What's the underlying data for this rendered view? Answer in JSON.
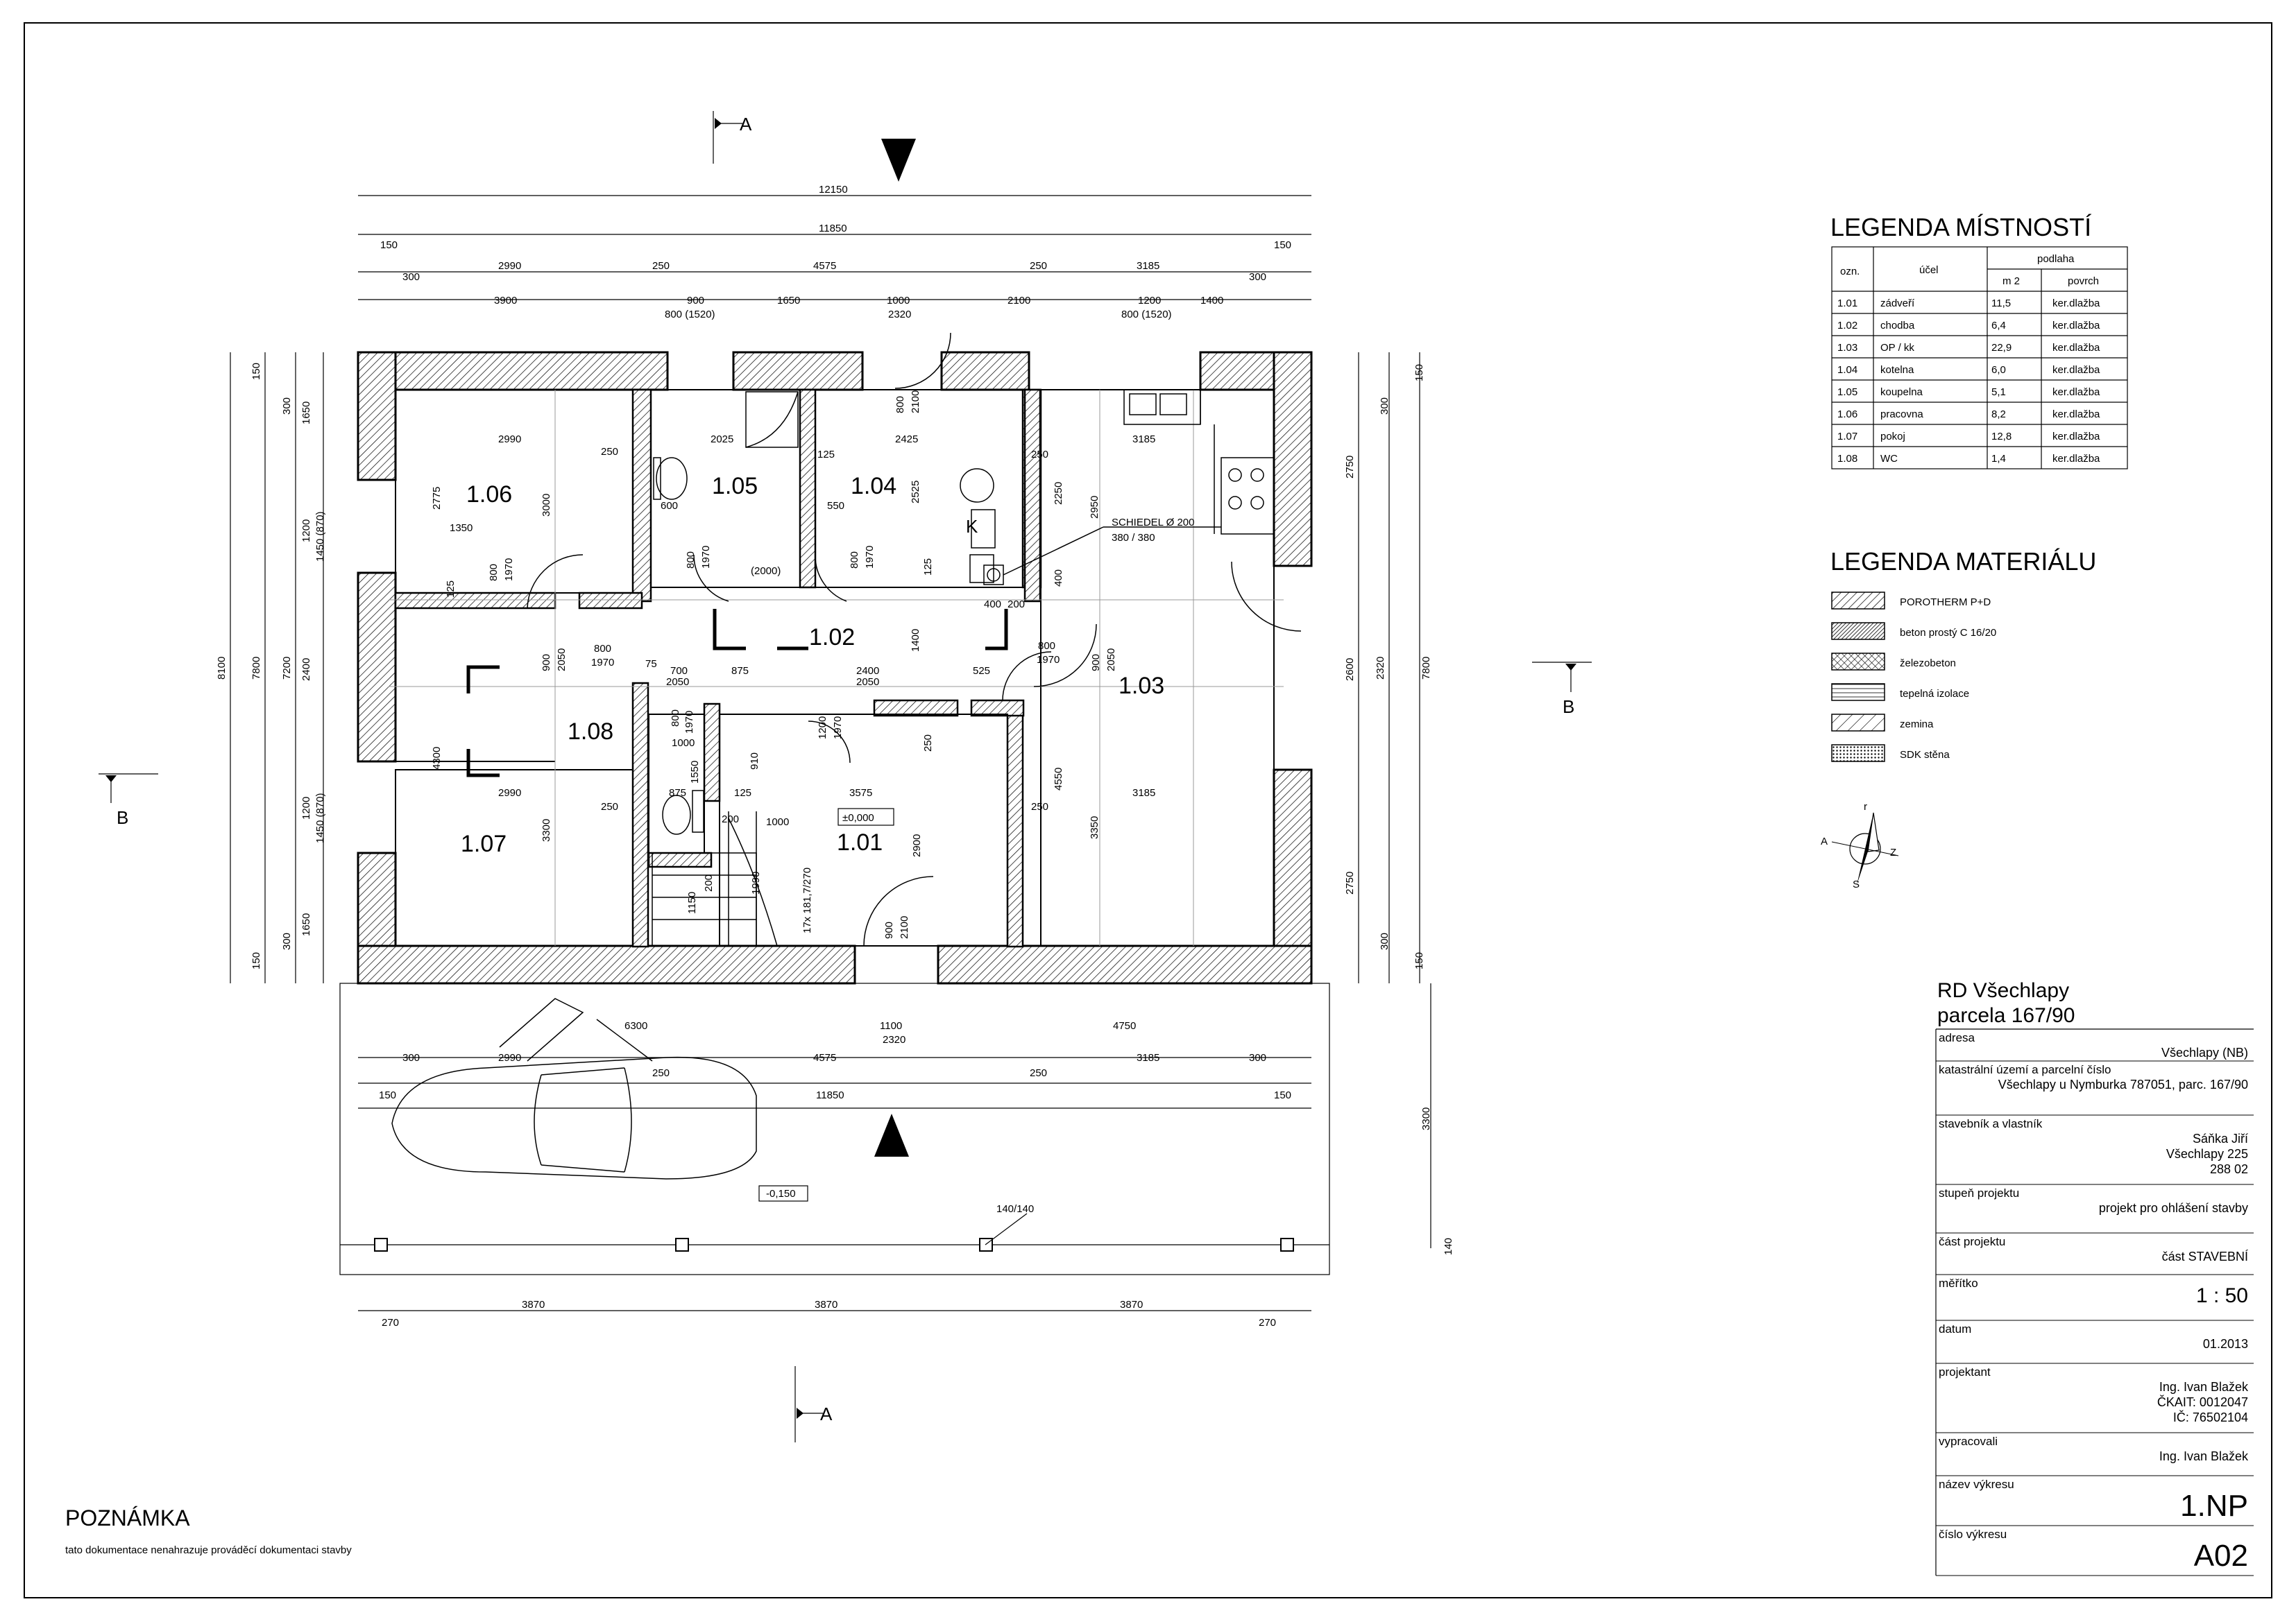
{
  "section_marks": {
    "top_a": "A",
    "bottom_a": "A",
    "left_b": "B",
    "right_b": "B"
  },
  "dims": {
    "top": {
      "total_outer": "12150",
      "total_inner": "11850",
      "edge_left": "150",
      "edge_right": "150",
      "row1": [
        "300",
        "2990",
        "250",
        "4575",
        "250",
        "3185",
        "300"
      ],
      "row2": [
        "3900",
        "900",
        "1650",
        "1000",
        "2100",
        "1200",
        "1400"
      ],
      "row2_sub": [
        "800 (1520)",
        "2320",
        "800 (1520)"
      ]
    },
    "left": {
      "total_outer": "8100",
      "total_inner": "7800",
      "col_a": [
        "150",
        "1650",
        "1200",
        "2400",
        "1200",
        "1650",
        "150"
      ],
      "col_b": [
        "300",
        "1450 (870)",
        "7200",
        "1450 (870)",
        "300"
      ]
    },
    "right": {
      "total": "7800",
      "col_a": [
        "150",
        "2750",
        "2600",
        "2750",
        "150"
      ],
      "col_b": [
        "300",
        "2320",
        "300"
      ],
      "porch": "3300",
      "post": "140"
    },
    "bottom": {
      "row1": [
        "6300",
        "1100",
        "4750"
      ],
      "row1_sub": "2320",
      "row2": [
        "300",
        "2990",
        "250",
        "4575",
        "250",
        "3185",
        "300"
      ],
      "row3": [
        "150",
        "11850",
        "150"
      ],
      "row4": [
        "270",
        "3870",
        "3870",
        "3870",
        "270"
      ],
      "post_label": "140/140",
      "level_porch": "-0,150"
    },
    "inner": {
      "r106": [
        "2990",
        "250",
        "2775",
        "3000",
        "1350",
        "125",
        "800",
        "1970"
      ],
      "r105": [
        "2025",
        "600",
        "800",
        "1970",
        "(2000)"
      ],
      "r104": [
        "125",
        "2425",
        "550",
        "2525",
        "800",
        "1970",
        "125",
        "400",
        "200"
      ],
      "r103": [
        "3185",
        "250",
        "2250",
        "2950",
        "400",
        "800",
        "1970",
        "900",
        "2050",
        "4550",
        "3350",
        "3185",
        "250"
      ],
      "chimney": [
        "SCHIEDEL Ø 200",
        "380 / 380"
      ],
      "r102": [
        "800",
        "1970",
        "900",
        "2050",
        "75",
        "700",
        "2050",
        "875",
        "2400",
        "2050",
        "525",
        "1400"
      ],
      "r108": [
        "800",
        "1970",
        "1550",
        "875",
        "200",
        "1000",
        "1000",
        "125",
        "910"
      ],
      "r101": [
        "1200",
        "1970",
        "3575",
        "2900",
        "250",
        "1150",
        "200",
        "1990",
        "17x 181,7/270",
        "900",
        "2100",
        "±0,000"
      ],
      "r107": [
        "4300",
        "2990",
        "250",
        "3300"
      ],
      "door_top_104": [
        "800",
        "2100"
      ]
    }
  },
  "rooms": [
    {
      "id": "1.06"
    },
    {
      "id": "1.05"
    },
    {
      "id": "1.04"
    },
    {
      "id": "1.02"
    },
    {
      "id": "1.03"
    },
    {
      "id": "1.08"
    },
    {
      "id": "1.01"
    },
    {
      "id": "1.07"
    }
  ],
  "kotel_label": "K",
  "legend_rooms": {
    "title": "LEGENDA MÍSTNOSTÍ",
    "headers": {
      "ozn": "ozn.",
      "ucel": "účel",
      "podlaha": "podlaha",
      "m2": "m 2",
      "povrch": "povrch"
    },
    "rows": [
      {
        "ozn": "1.01",
        "ucel": "zádveří",
        "m2": "11,5",
        "povrch": "ker.dlažba"
      },
      {
        "ozn": "1.02",
        "ucel": "chodba",
        "m2": "6,4",
        "povrch": "ker.dlažba"
      },
      {
        "ozn": "1.03",
        "ucel": "OP / kk",
        "m2": "22,9",
        "povrch": "ker.dlažba"
      },
      {
        "ozn": "1.04",
        "ucel": "kotelna",
        "m2": "6,0",
        "povrch": "ker.dlažba"
      },
      {
        "ozn": "1.05",
        "ucel": "koupelna",
        "m2": "5,1",
        "povrch": "ker.dlažba"
      },
      {
        "ozn": "1.06",
        "ucel": "pracovna",
        "m2": "8,2",
        "povrch": "ker.dlažba"
      },
      {
        "ozn": "1.07",
        "ucel": "pokoj",
        "m2": "12,8",
        "povrch": "ker.dlažba"
      },
      {
        "ozn": "1.08",
        "ucel": "WC",
        "m2": "1,4",
        "povrch": "ker.dlažba"
      }
    ]
  },
  "legend_material": {
    "title": "LEGENDA MATERIÁLU",
    "items": [
      {
        "label": "POROTHERM P+D",
        "pattern": "hatch-diag"
      },
      {
        "label": "beton prostý C 16/20",
        "pattern": "hatch-dense"
      },
      {
        "label": "železobeton",
        "pattern": "hatch-cross"
      },
      {
        "label": "tepelná izolace",
        "pattern": "hatch-lines"
      },
      {
        "label": "zemina",
        "pattern": "hatch-sparse"
      },
      {
        "label": "SDK stěna",
        "pattern": "hatch-sdk"
      }
    ]
  },
  "compass": {
    "n": "r",
    "s": "S",
    "e": "Z",
    "w": "A"
  },
  "title_block": {
    "project_line1": "RD Všechlapy",
    "project_line2": "parcela 167/90",
    "rows": [
      {
        "label": "adresa",
        "values": [
          "Všechlapy (NB)"
        ]
      },
      {
        "label": "katastrální území a parcelní číslo",
        "values": [
          "Všechlapy u Nymburka 787051, parc. 167/90"
        ]
      },
      {
        "label": "stavebník a vlastník",
        "values": [
          "Sáňka Jiří",
          "Všechlapy 225",
          "288 02"
        ]
      },
      {
        "label": "stupeň projektu",
        "values": [
          "projekt pro ohlášení stavby"
        ]
      },
      {
        "label": "část projektu",
        "values": [
          "část STAVEBNÍ"
        ]
      },
      {
        "label": "měřítko",
        "values": [
          "1 : 50"
        ]
      },
      {
        "label": "datum",
        "values": [
          "01.2013"
        ]
      },
      {
        "label": "projektant",
        "values": [
          "Ing. Ivan Blažek",
          "ČKAIT: 0012047",
          "IČ: 76502104"
        ]
      },
      {
        "label": "vypracovali",
        "values": [
          "Ing. Ivan Blažek"
        ]
      },
      {
        "label": "název výkresu",
        "values": [
          "1.NP"
        ]
      },
      {
        "label": "číslo výkresu",
        "values": [
          "A02"
        ]
      }
    ]
  },
  "note": {
    "title": "POZNÁMKA",
    "text": "tato dokumentace nenahrazuje prováděcí dokumentaci stavby"
  }
}
